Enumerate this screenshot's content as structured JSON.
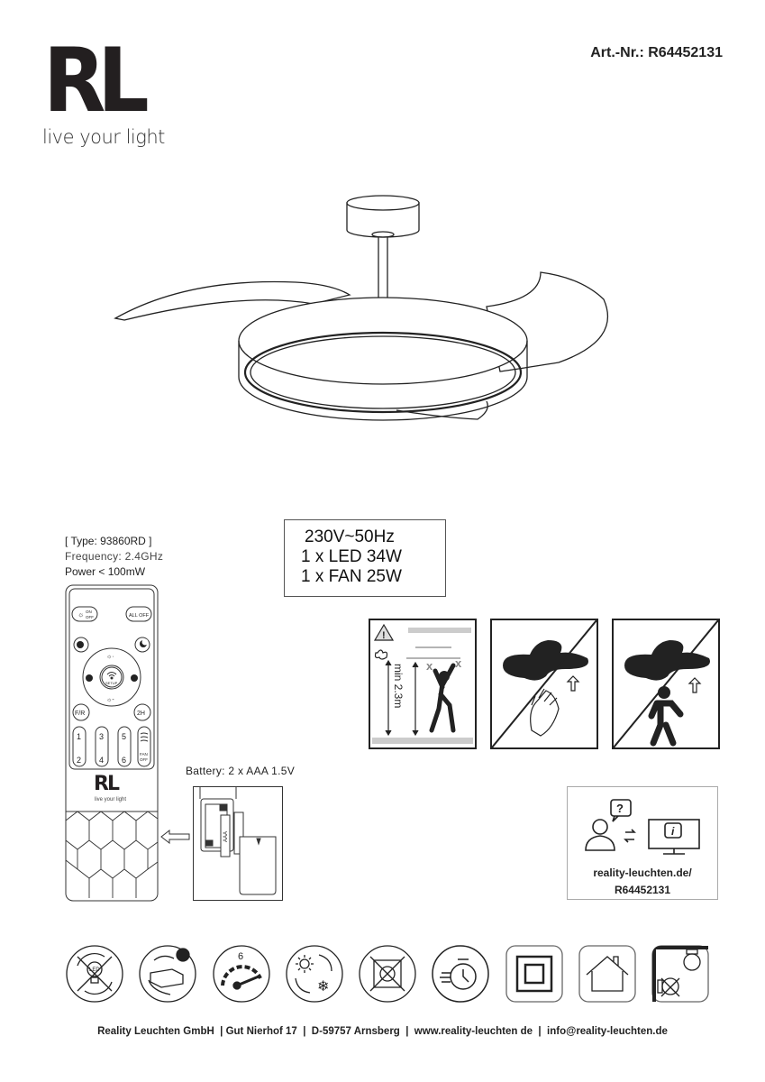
{
  "header": {
    "logo_mark": "RL",
    "logo_tagline": "live your light",
    "article_number": "Art.-Nr.: R64452131"
  },
  "product_illustration": {
    "icon": "ceiling-fan-with-led-ring-illustration"
  },
  "remote": {
    "type_label": "[ Type: 93860RD ]",
    "frequency_label": "Frequency: 2.4GHz",
    "power_label": "Power < 100mW",
    "buttons": {
      "on_off": "ON OFF",
      "all_off": "ALL OFF",
      "setup": "SETUP",
      "fr": "F/R",
      "timer_2h": "2H",
      "speeds": [
        "1",
        "2",
        "3",
        "4",
        "5",
        "6"
      ],
      "fan_off": "FAN OFF"
    },
    "logo_mark": "RL",
    "logo_tagline": "live your light"
  },
  "battery": {
    "label": "Battery: 2 x AAA 1.5V",
    "cell_label": "AAA"
  },
  "specifications": {
    "voltage": "230V~50Hz",
    "led": "1 x LED 34W",
    "fan": "1 x FAN 25W"
  },
  "warnings": [
    {
      "icon": "minimum-height-warning-icon",
      "text": "min 2.3m"
    },
    {
      "icon": "no-hand-touching-fan-icon"
    },
    {
      "icon": "no-person-under-fan-icon"
    }
  ],
  "support": {
    "line1": "reality-leuchten.de/",
    "line2": "R64452131"
  },
  "symbols": [
    {
      "name": "led-not-replaceable-icon"
    },
    {
      "name": "driver-replaceable-by-professional-icon"
    },
    {
      "name": "six-speed-icon",
      "value": "6"
    },
    {
      "name": "summer-winter-mode-icon"
    },
    {
      "name": "not-for-insulation-cover-icon"
    },
    {
      "name": "timer-icon"
    },
    {
      "name": "protection-class-ii-icon"
    },
    {
      "name": "indoor-use-only-icon"
    },
    {
      "name": "not-for-wall-mounting-icon"
    }
  ],
  "footer": {
    "text": "Reality Leuchten GmbH  | Gut Nierhof 17  |  D-59757 Arnsberg  |  www.reality-leuchten de  |  info@reality-leuchten.de"
  }
}
